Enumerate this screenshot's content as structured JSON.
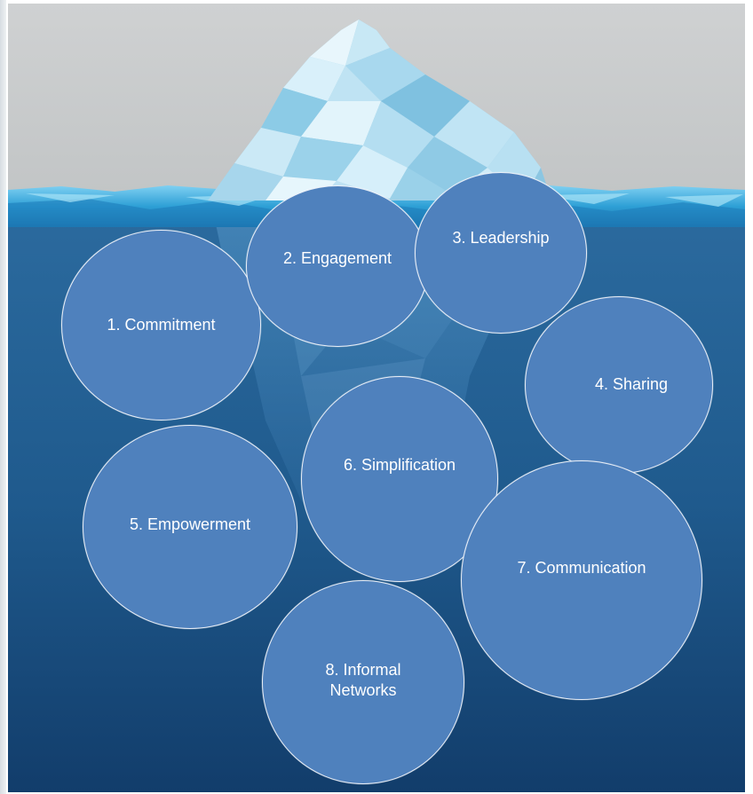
{
  "diagram": {
    "illustration": "iceberg-icon",
    "colors": {
      "sky": "#c9cbcc",
      "ocean_surface": "#3aa6d8",
      "deep_water": "#1e5a8e",
      "bubble_fill": "#4f81bd",
      "bubble_border": "#e8eef7",
      "text": "#ffffff"
    },
    "items": [
      {
        "label": "1. Commitment"
      },
      {
        "label": "2. Engagement"
      },
      {
        "label": "3. Leadership"
      },
      {
        "label": "4. Sharing"
      },
      {
        "label": "5. Empowerment"
      },
      {
        "label": "6. Simplification"
      },
      {
        "label": "7. Communication"
      },
      {
        "label": "8. Informal\nNetworks"
      }
    ]
  }
}
